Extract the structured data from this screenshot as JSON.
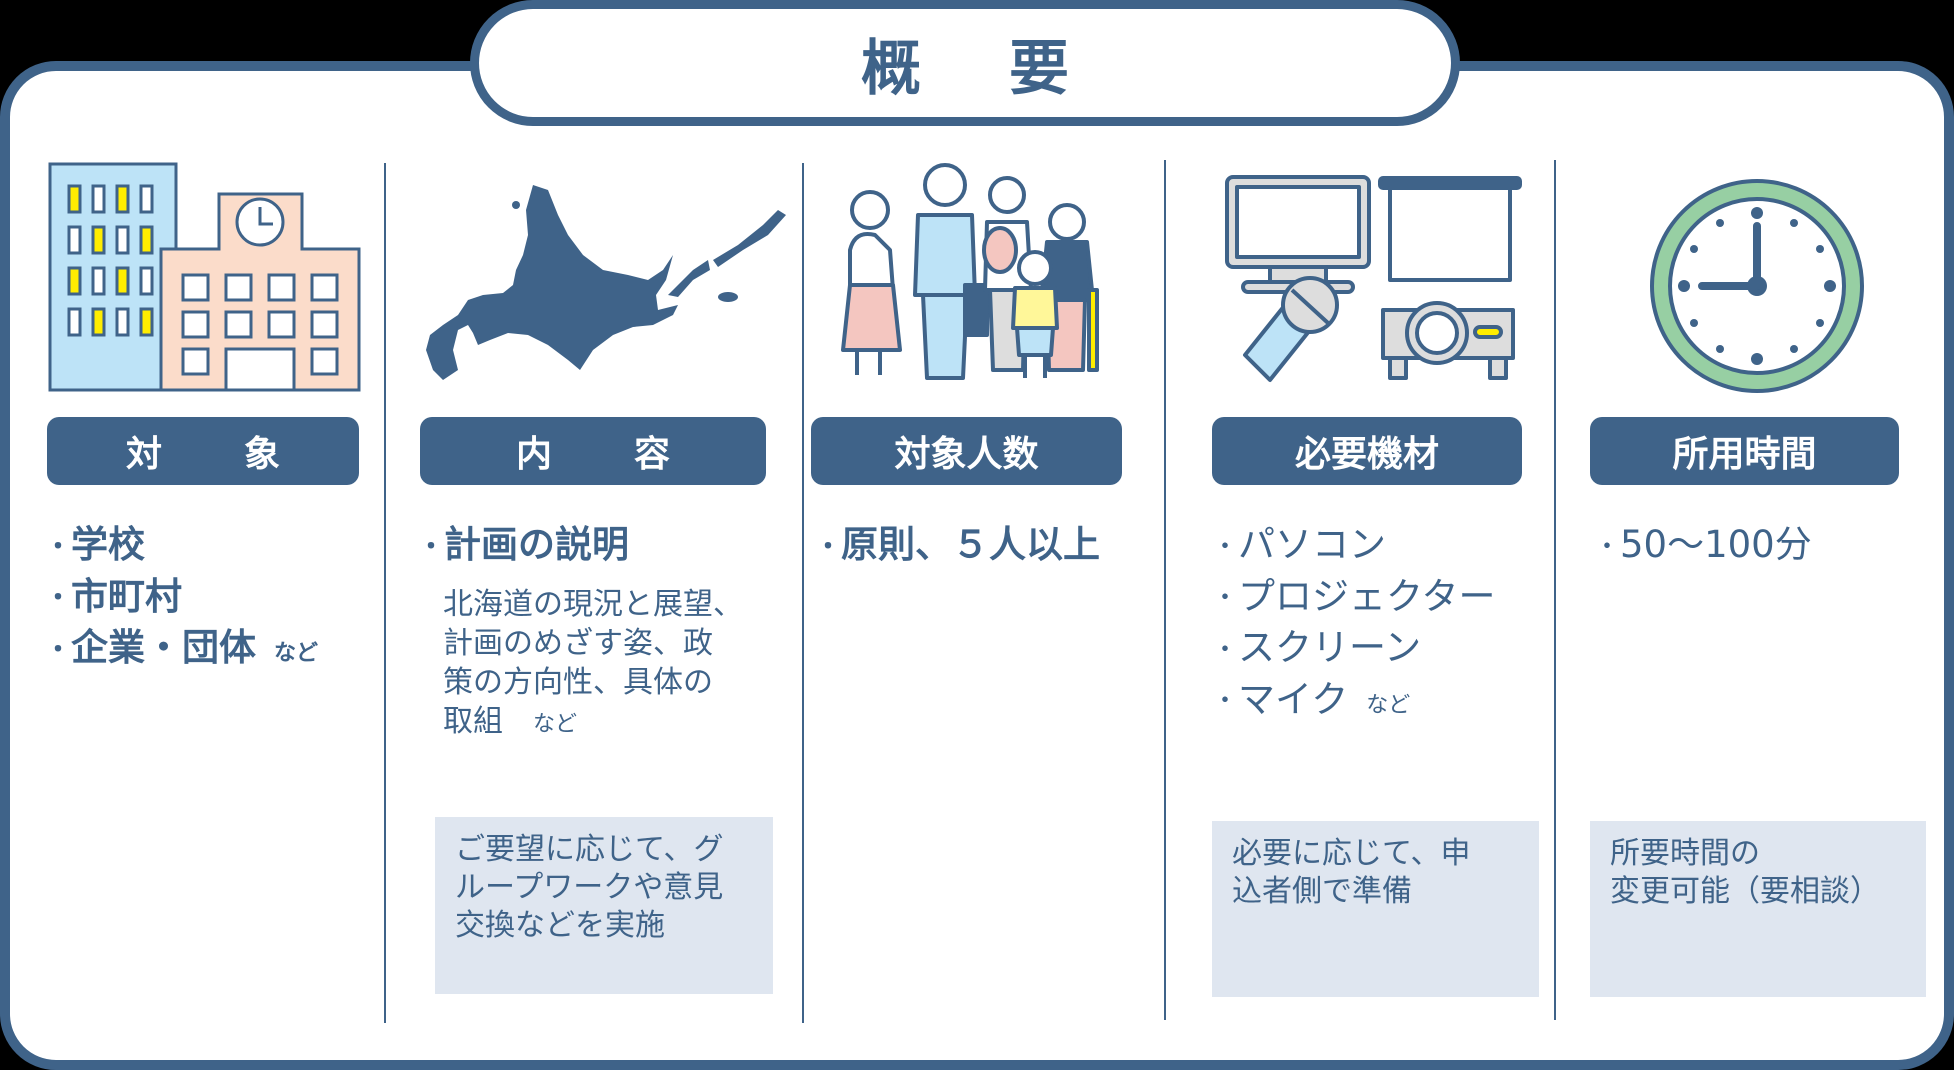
{
  "title": "概要",
  "colors": {
    "primary": "#3f6389",
    "note_bg": "#dfe6f0",
    "clock_ring": "#97cfa3",
    "window_yellow": "#ffed00",
    "building_blue": "#bde3f7",
    "building_peach": "#fbdcca"
  },
  "columns": [
    {
      "icon": "buildings-icon",
      "header": "対象",
      "items": [
        {
          "text": "学校"
        },
        {
          "text": "市町村"
        },
        {
          "text": "企業・団体",
          "suffix": "など"
        }
      ]
    },
    {
      "icon": "hokkaido-map-icon",
      "header": "内容",
      "items": [
        {
          "text": "計画の説明"
        }
      ],
      "detail": {
        "lines": [
          "北海道の現況と展望、",
          "計画のめざす姿、政",
          "策の方向性、具体の",
          "取組"
        ],
        "suffix": "など"
      },
      "note": [
        "ご要望に応じて、グ",
        "ループワークや意見",
        "交換などを実施"
      ]
    },
    {
      "icon": "people-group-icon",
      "header": "対象人数",
      "items": [
        {
          "text": "原則、５人以上"
        }
      ]
    },
    {
      "icon": "equipment-icon",
      "header": "必要機材",
      "items": [
        {
          "text": "パソコン"
        },
        {
          "text": "プロジェクター"
        },
        {
          "text": "スクリーン"
        },
        {
          "text": "マイク",
          "suffix": "など"
        }
      ],
      "note": [
        "必要に応じて、申",
        "込者側で準備"
      ]
    },
    {
      "icon": "clock-icon",
      "header": "所用時間",
      "items": [
        {
          "text": "50～100分"
        }
      ],
      "note": [
        "所要時間の",
        "変更可能（要相談）"
      ]
    }
  ]
}
